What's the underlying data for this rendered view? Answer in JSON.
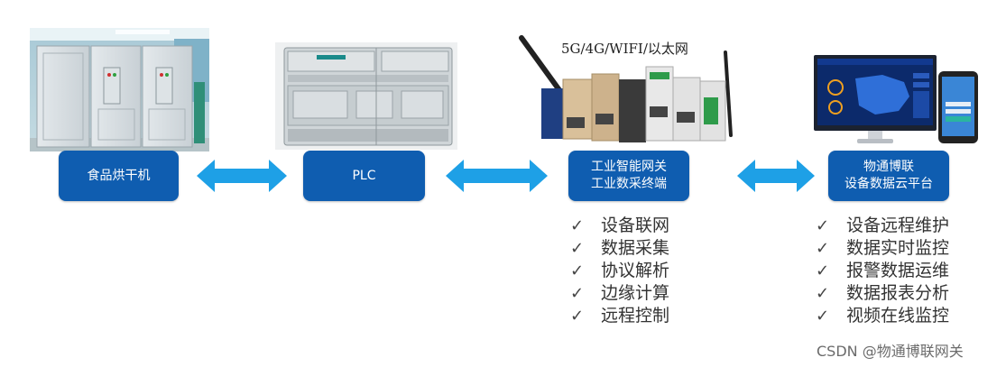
{
  "nodes": {
    "dryer": {
      "label": "食品烘干机"
    },
    "plc": {
      "label": "PLC"
    },
    "gateway": {
      "lines": [
        "工业智能网关",
        "工业数采终端"
      ]
    },
    "cloud": {
      "lines": [
        "物通博联",
        "设备数据云平台"
      ]
    }
  },
  "network_label": "5G/4G/WIFI/以太网",
  "gateway_features": [
    "设备联网",
    "数据采集",
    "协议解析",
    "边缘计算",
    "远程控制"
  ],
  "cloud_features": [
    "设备远程维护",
    "数据实时监控",
    "报警数据运维",
    "数据报表分析",
    "视频在线监控"
  ],
  "check_mark": "✓",
  "watermark": "CSDN @物通博联网关",
  "icons": [
    "food-dryer-photo",
    "plc-photo",
    "gateway-photo",
    "cloud-platform-photo",
    "double-arrow-icon"
  ],
  "colors": {
    "node": "#0f5db0",
    "arrow": "#1ea0e6"
  }
}
